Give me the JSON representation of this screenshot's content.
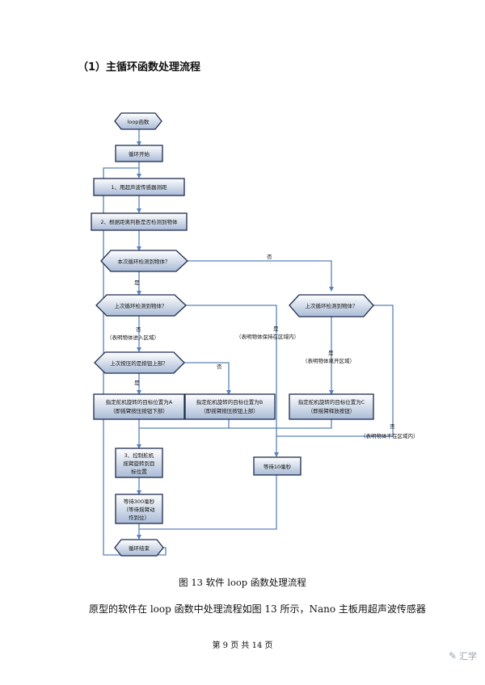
{
  "heading": "（1）主循环函数处理流程",
  "flowchart": {
    "loop_fn": "loop函数",
    "loop_start": "循环开始",
    "step1": "1、用超声波传感器测距",
    "step2": "2、根据距离判断是否检测到物体",
    "dec_current": "本次循环检测到物体？",
    "dec_prev_left": "上次循环检测到物体？",
    "dec_prev_right": "上次循环检测到物体？",
    "dec_button": "上次按压的是按钮上部？",
    "yes": "是",
    "no": "否",
    "note_enter": "（表明物体进入区域）",
    "note_keep": "（表明物体保持在区域内）",
    "note_leave": "（表明物体离开区域）",
    "note_absent": "（表明物体不在区域内）",
    "box_a_l1": "指定舵机旋转的目标位置为A",
    "box_a_l2": "（即摇臂按压按钮下部）",
    "box_b_l1": "指定舵机旋转的目标位置为B",
    "box_b_l2": "（即摇臂按压按钮上部）",
    "box_c_l1": "指定舵机旋转的目标位置为C",
    "box_c_l2": "（即摇臂释放按钮）",
    "step3_l1": "3、控制舵机",
    "step3_l2": "摇臂旋转到目",
    "step3_l3": "标位置",
    "wait300_l1": "等待300毫秒",
    "wait300_l2": "（等待摇臂动",
    "wait300_l3": "作到位）",
    "wait10": "等待10毫秒",
    "loop_end": "循环结束"
  },
  "caption": "图 13  软件 loop 函数处理流程",
  "body_text": "原型的软件在 loop 函数中处理流程如图 13 所示，Nano 主板用超声波传感器",
  "page_number": "第 9 页 共 14 页",
  "watermark": "汇学",
  "colors": {
    "box_fill_top": "#ffffff",
    "box_fill_bottom": "#a9bbd6",
    "line": "#5a82b8",
    "border": "#1f2a4d"
  }
}
